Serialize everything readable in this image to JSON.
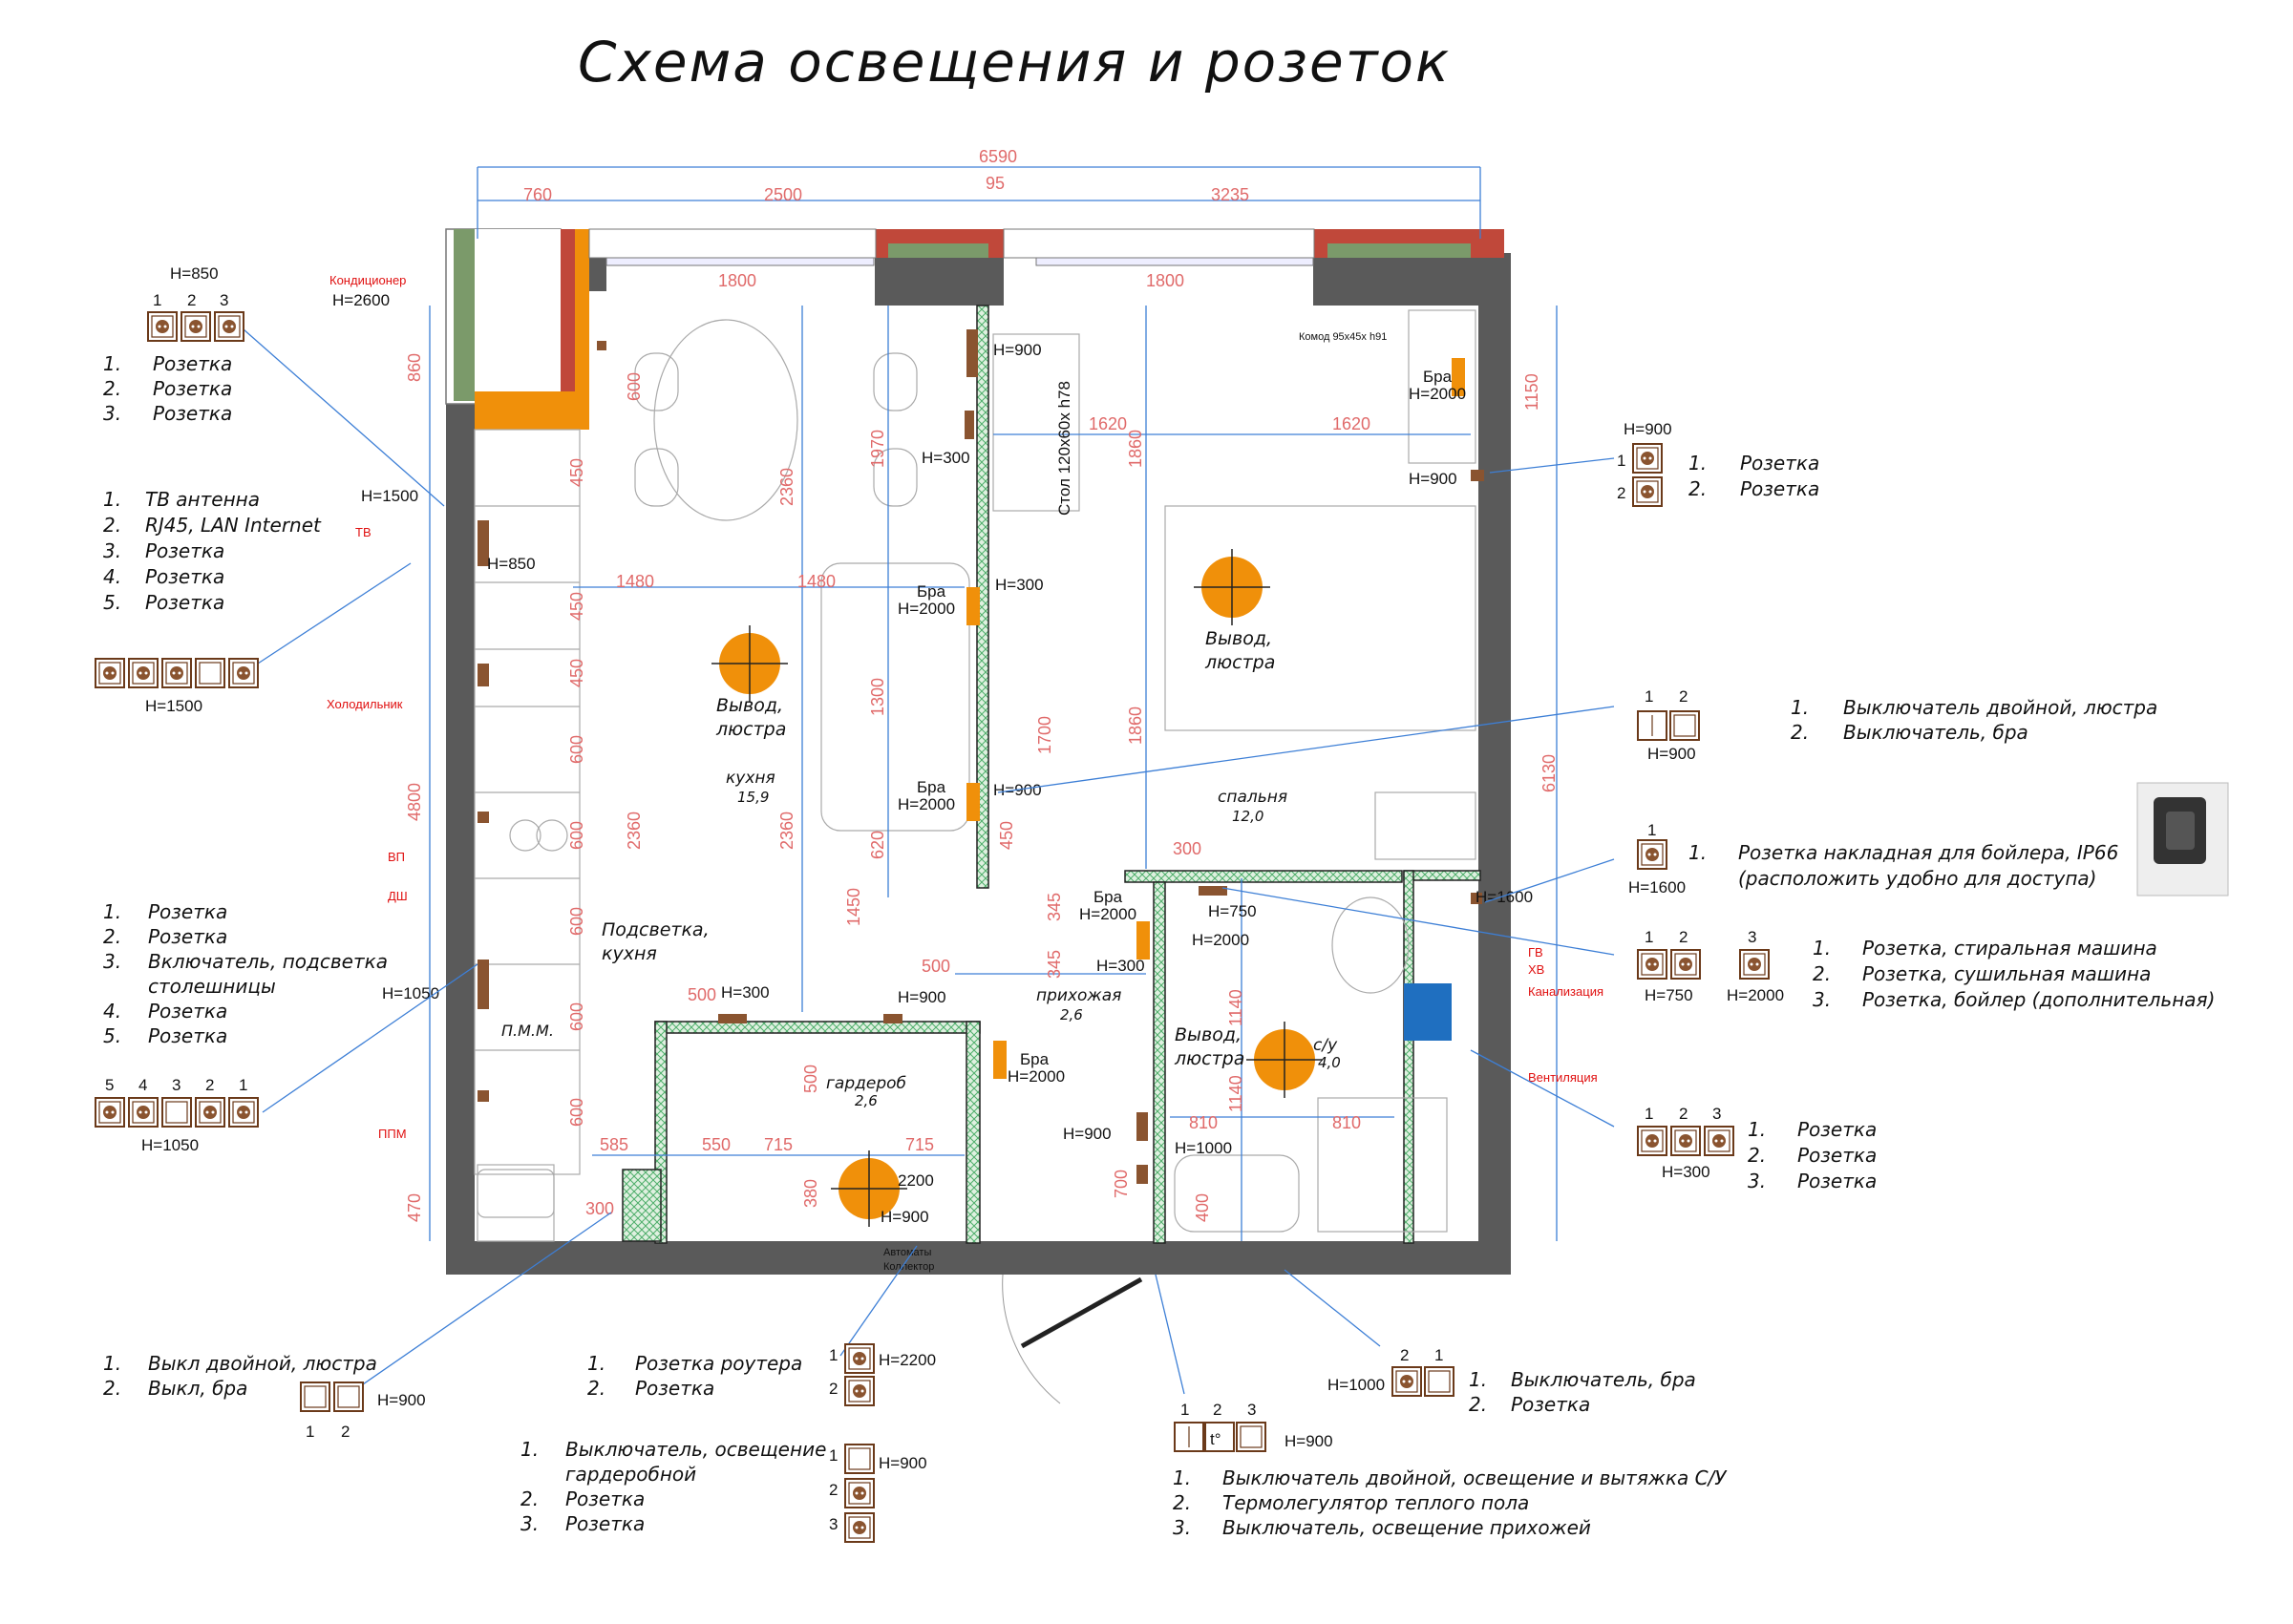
{
  "title": "Схема освещения и розеток",
  "dimensions": {
    "total": "6590",
    "d760": "760",
    "d2500": "2500",
    "d95": "95",
    "d3235": "3235",
    "win1": "1800",
    "win2": "1800",
    "d860": "860",
    "d4800": "4800",
    "d470": "470",
    "d6130": "6130",
    "d1150": "1150",
    "d1620a": "1620",
    "d1620b": "1620",
    "d1480a": "1480",
    "d1480b": "1480",
    "d2360a": "2360",
    "d2360b": "2360",
    "d2360c": "2360",
    "d1970": "1970",
    "d1860a": "1860",
    "d1860b": "1860",
    "d1300": "1300",
    "d1700": "1700",
    "d620": "620",
    "d450a": "450",
    "d450b": "450",
    "d450c": "450",
    "d450d": "450",
    "d600a": "600",
    "d600b": "600",
    "d600c": "600",
    "d600d": "600",
    "d600e": "600",
    "d600f": "600",
    "d1450": "1450",
    "d500a": "500",
    "d500b": "500",
    "d500c": "500",
    "d585": "585",
    "d550": "550",
    "d715a": "715",
    "d715b": "715",
    "d380": "380",
    "d300a": "300",
    "d300b": "300",
    "d345a": "345",
    "d345b": "345",
    "d1140a": "1140",
    "d1140b": "1140",
    "d810a": "810",
    "d810b": "810",
    "d700": "700",
    "d400": "400"
  },
  "rooms": {
    "kitchen": {
      "name": "кухня",
      "area": "15,9"
    },
    "bedroom": {
      "name": "спальня",
      "area": "12,0"
    },
    "hall": {
      "name": "прихожая",
      "area": "2,6"
    },
    "wardrobe": {
      "name": "гардероб",
      "area": "2,6"
    },
    "bath": {
      "name": "с/у",
      "area": "4,0"
    }
  },
  "fixtures": {
    "lustra_kitchen": [
      "Вывод,",
      "люстра"
    ],
    "lustra_bedroom": [
      "Вывод,",
      "люстра"
    ],
    "lustra_bath": [
      "Вывод,",
      "люстра"
    ],
    "kitchen_light": [
      "Подсветка,",
      "кухня"
    ],
    "table": "Стол 120х60х h78",
    "dresser": "Комод 95х45х h91",
    "pmm": "П.М.М.",
    "automats": [
      "Автоматы",
      "Коллектор"
    ]
  },
  "red_labels": {
    "conditioner": "Кондиционер",
    "tv": "ТВ",
    "fridge": "Холодильник",
    "vp": "ВП",
    "dsh": "ДШ",
    "ppm": "ППМ",
    "gv": "ГВ",
    "hv": "ХВ",
    "kanal": "Канализация",
    "vent": "Вентиляция"
  },
  "heights": {
    "h2600": "H=2600",
    "h1500": "H=1500",
    "h850": "H=850",
    "h1050": "H=1050",
    "h300a": "H=300",
    "h900a": "H=900",
    "h300b": "H=300",
    "h300c": "H=300",
    "h900b": "H=900",
    "h900c": "H=900",
    "h2000a": "H=2000",
    "h2000b": "H=2000",
    "h2000c": "H=2000",
    "h2000d": "H=2000",
    "h2000e": "H=2000",
    "h750": "H=750",
    "h300d": "H=300",
    "h1600": "H=1600",
    "h900d": "H=900",
    "h1000": "H=1000",
    "h900e": "H=900",
    "h2200": "2200",
    "h900f": "H=900",
    "h300e": "H=300"
  },
  "bra": "Бра",
  "legends": {
    "tl": {
      "h": "H=850",
      "nums": [
        "1",
        "2",
        "3"
      ],
      "items": [
        "Розетка",
        "Розетка",
        "Розетка"
      ]
    },
    "tv": {
      "items": [
        "ТВ антенна",
        "RJ45, LAN Internet",
        "Розетка",
        "Розетка",
        "Розетка"
      ],
      "h": "H=1500"
    },
    "kitchen": {
      "items": [
        "Розетка",
        "Розетка",
        "Включатель, подсветка",
        "столешницы",
        "Розетка",
        "Розетка"
      ],
      "nums": [
        "5",
        "4",
        "3",
        "2",
        "1"
      ],
      "h": "H=1050"
    },
    "switch_entry": {
      "items": [
        "Выкл двойной, люстра",
        "Выкл, бра"
      ],
      "nums": [
        "1",
        "2"
      ],
      "h": "H=900"
    },
    "router": {
      "items": [
        "Розетка роутера",
        "Розетка"
      ],
      "nums": [
        "1",
        "2"
      ],
      "h": "H=2200"
    },
    "wardrobe": {
      "items": [
        "Выключатель, освещение",
        "гардеробной",
        "Розетка",
        "Розетка"
      ],
      "nums": [
        "1",
        "2",
        "3"
      ],
      "h": "H=900"
    },
    "bath_sw": {
      "items": [
        "Выключатель двойной, освещение и вытяжка С/У",
        "Термолегулятор теплого пола",
        "Выключатель, освещение прихожей"
      ],
      "nums": [
        "1",
        "2",
        "3"
      ],
      "h": "H=900",
      "t": "t°"
    },
    "bra_sw": {
      "items": [
        "Выключатель, бра",
        "Розетка"
      ],
      "nums": [
        "2",
        "1"
      ],
      "h": "H=1000"
    },
    "bed_right": {
      "items": [
        "Розетка",
        "Розетка"
      ],
      "nums": [
        "1",
        "2"
      ],
      "h": "H=900"
    },
    "bed_sw": {
      "items": [
        "Выключатель двойной, люстра",
        "Выключатель, бра"
      ],
      "nums": [
        "1",
        "2"
      ],
      "h": "H=900"
    },
    "boiler": {
      "items": [
        "Розетка накладная для бойлера, IP66",
        "(расположить удобно для доступа)"
      ],
      "nums": [
        "1"
      ],
      "h": "H=1600"
    },
    "washer": {
      "items": [
        "Розетка, стиральная машина",
        "Розетка, сушильная машина",
        "Розетка, бойлер (дополнительная)"
      ],
      "nums": [
        "1",
        "2",
        "3"
      ],
      "h1": "H=750",
      "h2": "H=2000"
    },
    "bath_sock": {
      "items": [
        "Розетка",
        "Розетка",
        "Розетка"
      ],
      "nums": [
        "1",
        "2",
        "3"
      ],
      "h": "H=300"
    }
  },
  "colors": {
    "wall": "#5a5a5a",
    "accent": "#f0900a",
    "dim": "#e06a6a",
    "line": "#3d7fd6",
    "tile": "#4dae6a"
  }
}
